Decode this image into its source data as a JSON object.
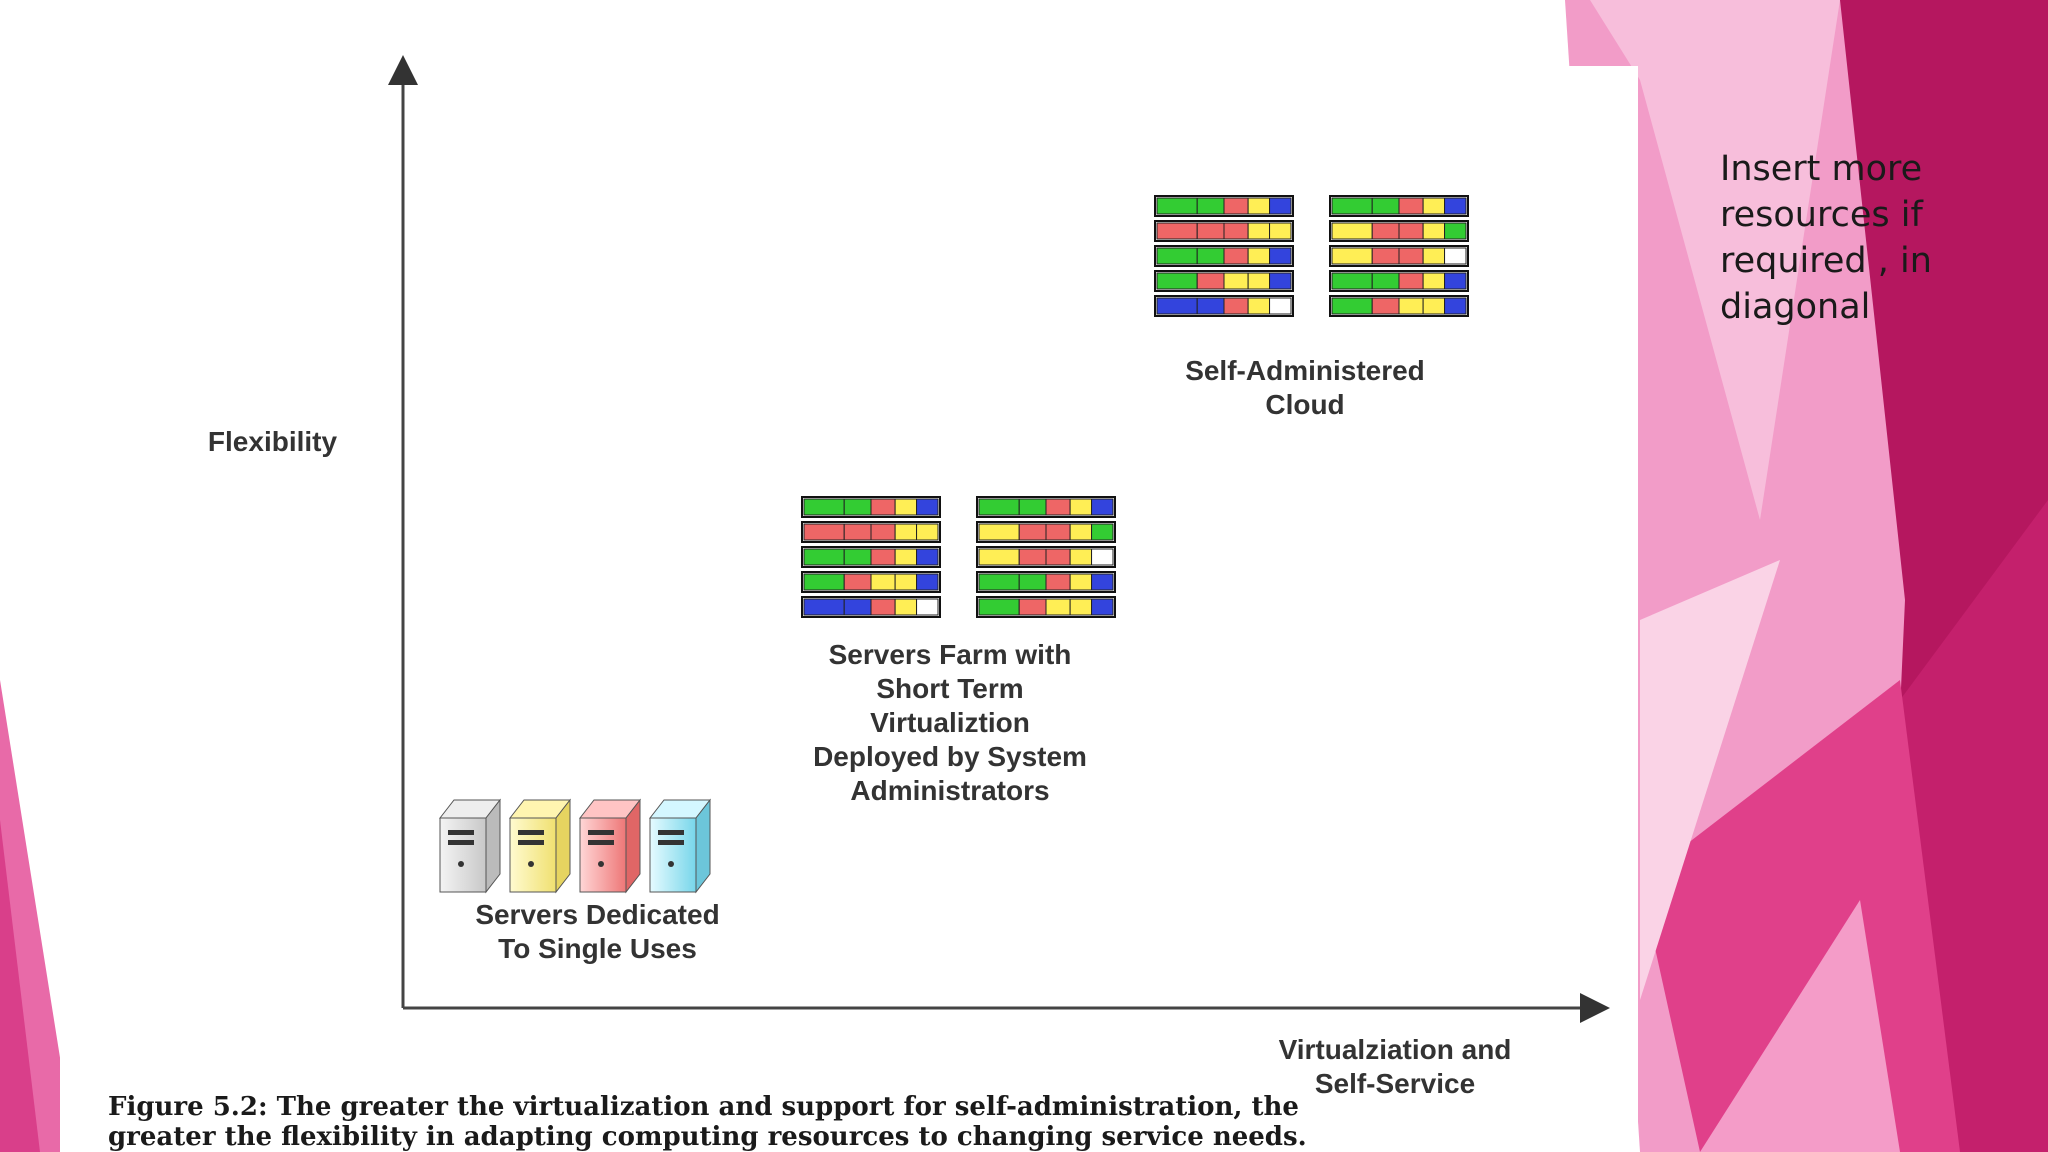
{
  "diagram": {
    "y_axis_label": "Flexibility",
    "x_axis_label": "Virtualziation and\nSelf-Service",
    "stages": [
      {
        "label": "Servers Dedicated\nTo Single Uses"
      },
      {
        "label": "Servers Farm with\nShort Term\nVirtualiztion\nDeployed by System\nAdministrators"
      },
      {
        "label": "Self-Administered\nCloud"
      }
    ],
    "caption_line1": "Figure 5.2: The greater the virtualization and support for self-administration, the",
    "caption_line2": "greater the flexibility in adapting computing resources to changing service needs."
  },
  "side_note": "Insert more resources if required , in diagonal",
  "colors": {
    "accent_pink": "#e0408a",
    "accent_magenta": "#b5175f",
    "light_pink": "#f49cc8",
    "server_green": "#33cc33",
    "server_red": "#ee6666",
    "server_yellow": "#ffee55",
    "server_blue": "#3344dd"
  },
  "icons": [
    "tower-server-icon",
    "rack-server-icon"
  ]
}
